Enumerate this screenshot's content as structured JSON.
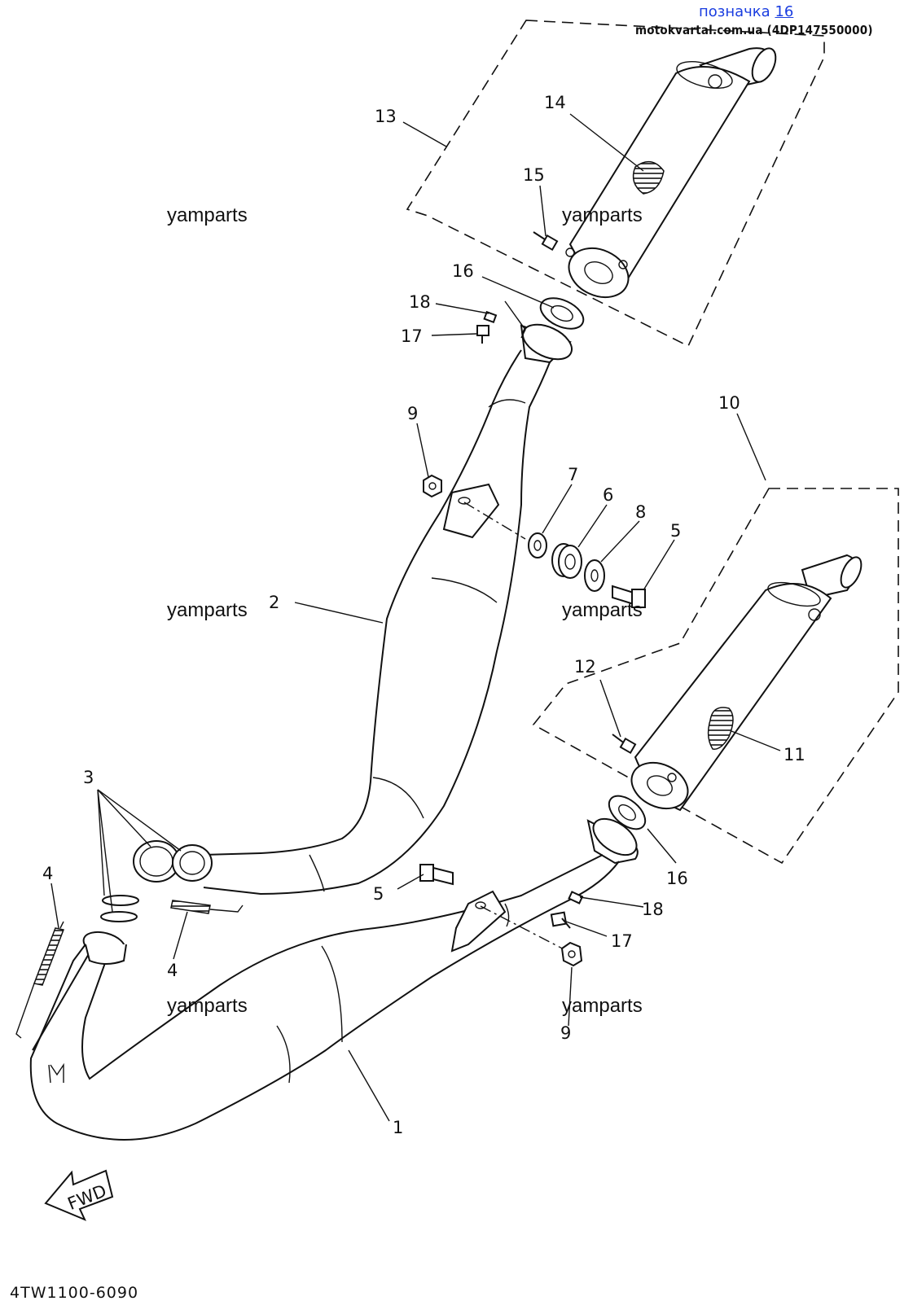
{
  "header": {
    "ref_label": "позначка",
    "ref_number": "16",
    "site_code": "motokvartal.com.ua (4DP147550000)"
  },
  "diagram": {
    "code": "4TW1100-6090",
    "fwd_label": "FWD",
    "watermark": "yamparts",
    "callouts": {
      "c1": "1",
      "c2": "2",
      "c3": "3",
      "c4a": "4",
      "c4b": "4",
      "c5a": "5",
      "c5b": "5",
      "c6": "6",
      "c7": "7",
      "c8": "8",
      "c9a": "9",
      "c9b": "9",
      "c10": "10",
      "c11": "11",
      "c12": "12",
      "c13": "13",
      "c14": "14",
      "c15": "15",
      "c16a": "16",
      "c16b": "16",
      "c17a": "17",
      "c17b": "17",
      "c18a": "18",
      "c18b": "18"
    }
  }
}
